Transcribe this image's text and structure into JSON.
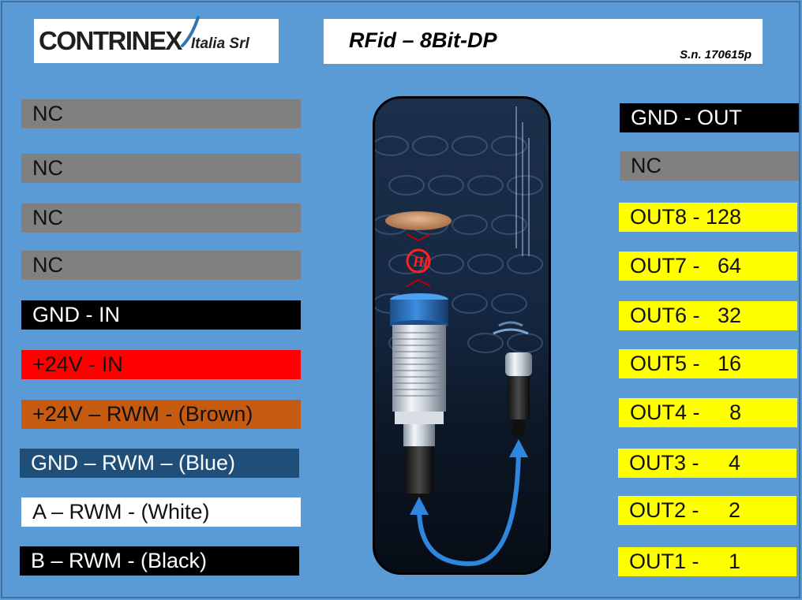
{
  "logo": {
    "brand": "CONTRINEX",
    "subtitle": "Italia Srl"
  },
  "title": "RFid – 8Bit-DP",
  "serial": "S.n. 170615p",
  "left_pins": [
    {
      "label": "NC",
      "color": "gray"
    },
    {
      "label": "NC",
      "color": "gray"
    },
    {
      "label": "NC",
      "color": "gray"
    },
    {
      "label": "NC",
      "color": "gray"
    },
    {
      "label": "GND - IN",
      "color": "black"
    },
    {
      "label": "+24V - IN",
      "color": "red"
    },
    {
      "label": "+24V – RWM - (Brown)",
      "color": "brown"
    },
    {
      "label": "GND – RWM – (Blue)",
      "color": "blue"
    },
    {
      "label": "A – RWM - (White)",
      "color": "white"
    },
    {
      "label": "B – RWM - (Black)",
      "color": "black"
    }
  ],
  "right_pins": [
    {
      "label": "GND - OUT",
      "color": "black"
    },
    {
      "label": "NC",
      "color": "gray"
    },
    {
      "label": "OUT8 - 128",
      "color": "yellow"
    },
    {
      "label": "OUT7 -   64",
      "color": "yellow"
    },
    {
      "label": "OUT6 -   32",
      "color": "yellow"
    },
    {
      "label": "OUT5 -   16",
      "color": "yellow"
    },
    {
      "label": "OUT4 -     8",
      "color": "yellow"
    },
    {
      "label": "OUT3 -     4",
      "color": "yellow"
    },
    {
      "label": "OUT2 -     2",
      "color": "yellow"
    },
    {
      "label": "OUT1 -     1",
      "color": "yellow"
    }
  ],
  "colors": {
    "background": "#5b9bd5",
    "gray": "#808080",
    "black": "#000000",
    "red": "#ff0000",
    "brown": "#c55a11",
    "blue": "#1f4e79",
    "white": "#ffffff",
    "yellow": "#ffff00"
  },
  "device_image": {
    "icon": "rfid-sensor-illustration",
    "logo_icon": "hf-signal-icon"
  }
}
